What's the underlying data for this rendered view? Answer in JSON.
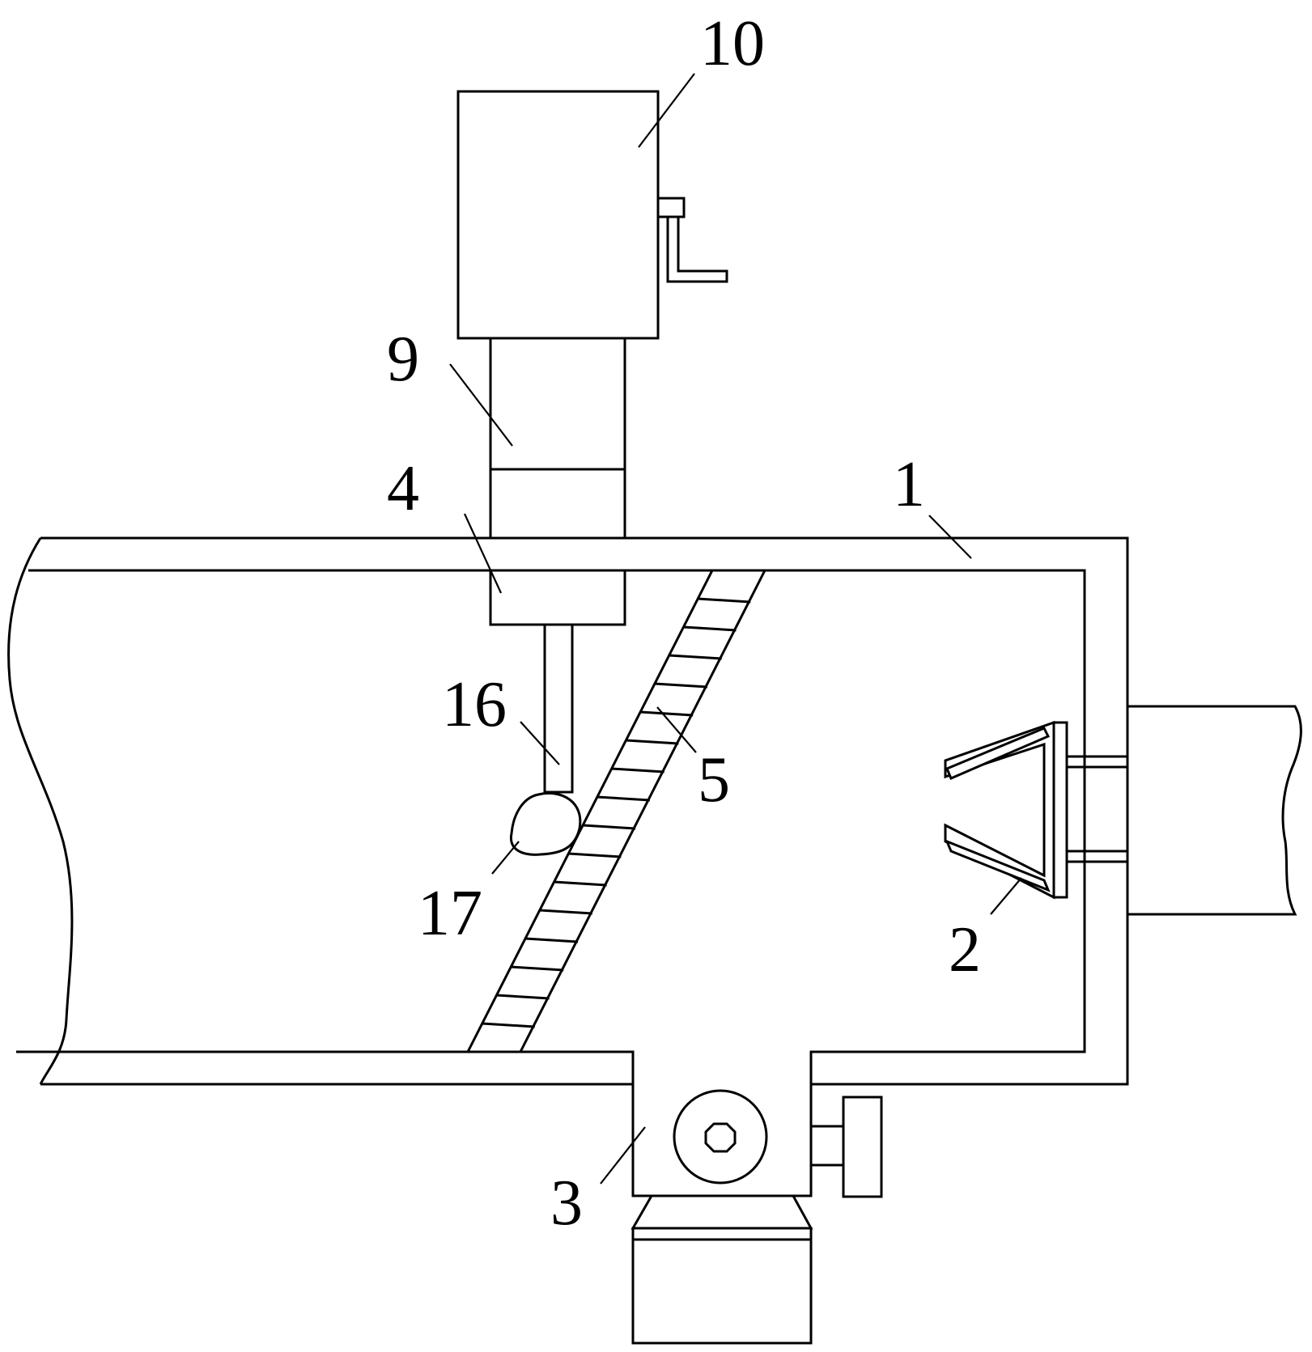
{
  "labels": {
    "l1": "1",
    "l2": "2",
    "l3": "3",
    "l4": "4",
    "l5": "5",
    "l9": "9",
    "l10": "10",
    "l16": "16",
    "l17": "17"
  },
  "colors": {
    "line": "#000000",
    "background": "#ffffff"
  }
}
